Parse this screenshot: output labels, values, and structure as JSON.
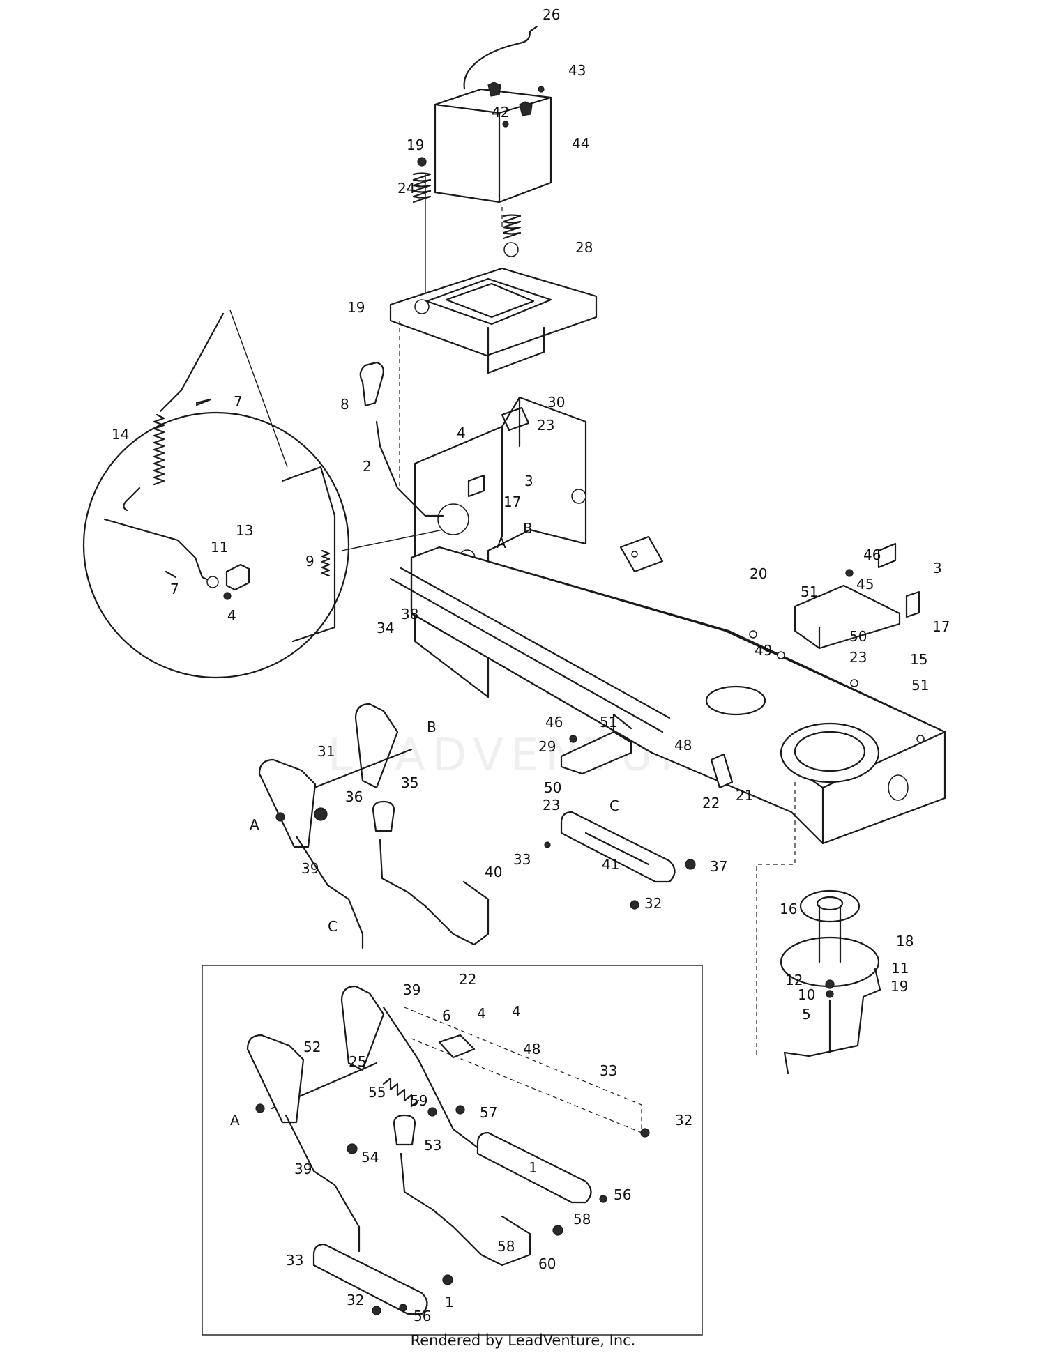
{
  "footer": "Rendered by LeadVenture, Inc.",
  "watermark": "LEADVENTURE",
  "callouts": [
    "26",
    "43",
    "42",
    "44",
    "19",
    "24",
    "28",
    "19",
    "7",
    "14",
    "8",
    "30",
    "4",
    "23",
    "2",
    "3",
    "17",
    "B",
    "A",
    "13",
    "11",
    "9",
    "7",
    "4",
    "38",
    "34",
    "20",
    "46",
    "3",
    "45",
    "51",
    "17",
    "50",
    "49",
    "23",
    "15",
    "51",
    "B",
    "31",
    "35",
    "36",
    "A",
    "39",
    "40",
    "C",
    "46",
    "51",
    "29",
    "48",
    "50",
    "22",
    "21",
    "23",
    "C",
    "33",
    "41",
    "37",
    "32",
    "16",
    "18",
    "12",
    "11",
    "10",
    "19",
    "5",
    "22",
    "39",
    "6",
    "4",
    "4",
    "48",
    "52",
    "25",
    "55",
    "59",
    "33",
    "57",
    "A",
    "53",
    "32",
    "54",
    "39",
    "1",
    "56",
    "58",
    "60",
    "33",
    "58",
    "32",
    "1",
    "56"
  ]
}
